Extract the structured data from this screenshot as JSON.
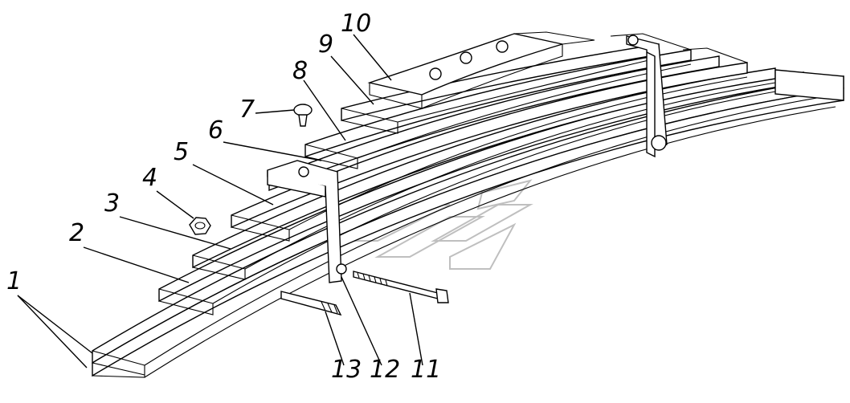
{
  "diagram": {
    "colors": {
      "line": "#000000",
      "background": "#ffffff",
      "watermark": "#bfbfbf"
    },
    "callouts": [
      {
        "id": "c1",
        "label": "1"
      },
      {
        "id": "c2",
        "label": "2"
      },
      {
        "id": "c3",
        "label": "3"
      },
      {
        "id": "c4",
        "label": "4"
      },
      {
        "id": "c5",
        "label": "5"
      },
      {
        "id": "c6",
        "label": "6"
      },
      {
        "id": "c7",
        "label": "7"
      },
      {
        "id": "c8",
        "label": "8"
      },
      {
        "id": "c9",
        "label": "9"
      },
      {
        "id": "c10",
        "label": "10"
      },
      {
        "id": "c11",
        "label": "11"
      },
      {
        "id": "c12",
        "label": "12"
      },
      {
        "id": "c13",
        "label": "13"
      }
    ]
  }
}
